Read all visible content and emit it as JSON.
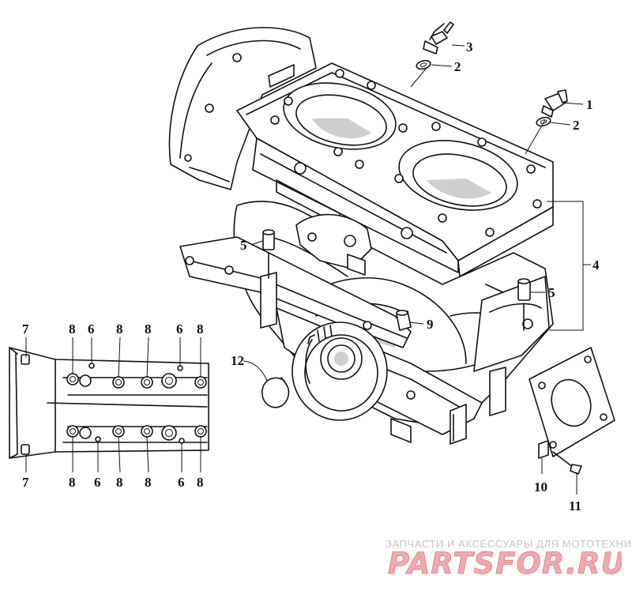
{
  "callouts": {
    "c1": "1",
    "c2a": "2",
    "c2b": "2",
    "c3": "3",
    "c4": "4",
    "c5a": "5",
    "c5b": "5",
    "c9": "9",
    "c10": "10",
    "c11": "11",
    "c12": "12",
    "inset_top": [
      "7",
      "8",
      "6",
      "8",
      "8",
      "6",
      "8"
    ],
    "inset_bottom": [
      "7",
      "8",
      "6",
      "8",
      "8",
      "6",
      "8"
    ]
  },
  "watermark": {
    "tagline": "ЗАПЧАСТИ И АКСЕССУАРЫ ДЛЯ МОТОТЕХНИКИ",
    "logo_text": "PARTSFOR.RU",
    "colors": {
      "text": "#c4c4c4",
      "logo": "#f2a9ad",
      "logo_outline": "#d97c83"
    }
  }
}
